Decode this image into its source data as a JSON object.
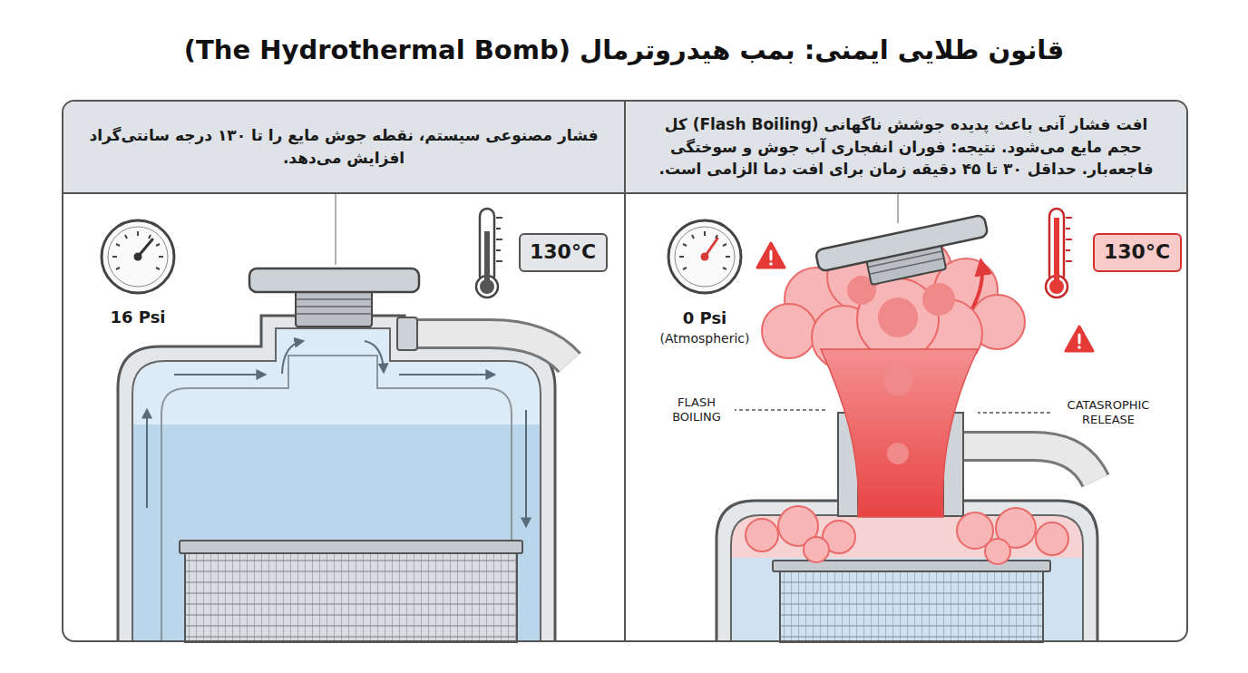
{
  "diagram": {
    "title": "قانون طلایی ایمنی: بمب هیدروترمال (The Hydrothermal Bomb)",
    "nodes": [
      {
        "text": [
          "فشار مصنوعی سیستم، نقطه جوش مایع را تا ۱۳۰ درجه سانتی‌گراد افزایش می‌دهد."
        ]
      },
      {
        "text": [
          "افت فشار آنی باعث پدیده جوشش ناگهانی (Flash Boiling) کل حجم مایع می‌شود. نتیجه: فوران انفجاری آب جوش و سوختگی فاجعه‌بار. حداقل ۳۰ تا ۴۵ دقیقه زمان برای افت دما الزامی است."
        ]
      },
      {
        "text": [
          "130°C"
        ],
        "in": 0
      },
      {
        "text": [
          "130°C"
        ],
        "in": 1
      }
    ],
    "labels": [
      "16 Psi",
      "0 Psi",
      "(Atmospheric)",
      "FLASH BOILING",
      "CATASROPHIC RELEASE"
    ]
  }
}
